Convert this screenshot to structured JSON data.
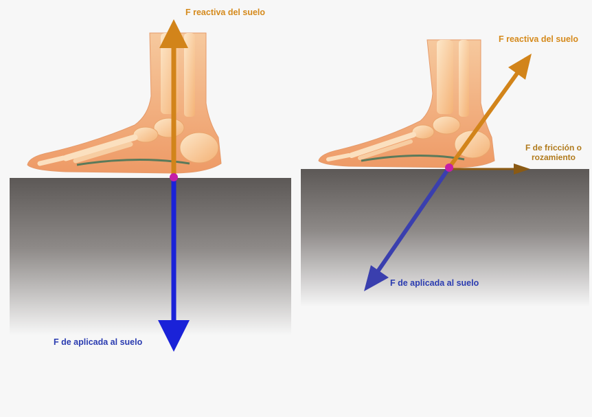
{
  "colors": {
    "reaction_force": "#d2841a",
    "applied_force": "#1a22d8",
    "applied_force_right": "#3a3fae",
    "friction_force": "#8a5a14",
    "contact_point": "#c51ea6",
    "ground_top": "#5e5a58",
    "ground_fade": "#f5f5f5"
  },
  "left_panel": {
    "reaction_label": "F reactiva del suelo",
    "applied_label": "F de aplicada al suelo"
  },
  "right_panel": {
    "reaction_label": "F reactiva del suelo",
    "friction_label_line1": "F de fricción o",
    "friction_label_line2": "rozamiento",
    "applied_label": "F de aplicada al suelo"
  }
}
